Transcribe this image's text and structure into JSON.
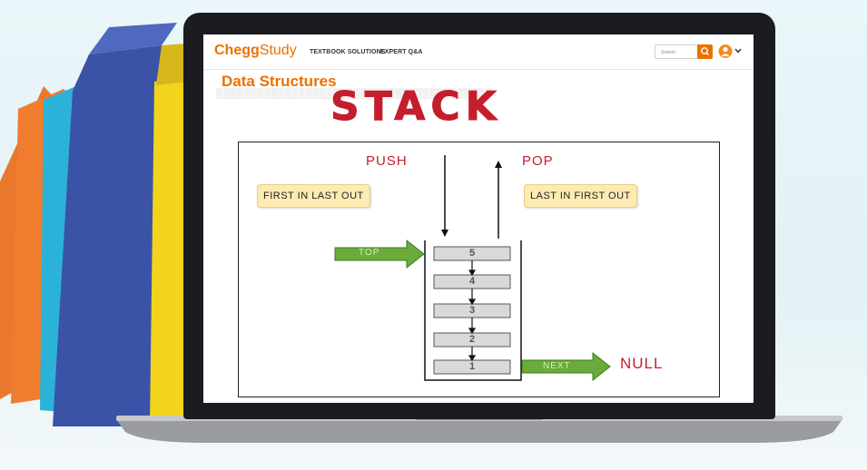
{
  "app": {
    "logo_brand": "Chegg",
    "logo_product": "Study",
    "nav": [
      "TEXTBOOK SOLUTIONS",
      "EXPERT Q&A"
    ],
    "search_placeholder": "Search"
  },
  "page": {
    "title": "Data Structures"
  },
  "diagram": {
    "heading": "STACK",
    "push_label": "PUSH",
    "pop_label": "POP",
    "left_note": "FIRST IN LAST OUT",
    "right_note": "LAST IN FIRST OUT",
    "top_label": "TOP",
    "next_label": "NEXT",
    "null_label": "NULL",
    "stack_items": [
      "5",
      "4",
      "3",
      "2",
      "1"
    ]
  },
  "colors": {
    "accent": "#eb7100",
    "stack_red": "#c41e2c",
    "arrow_green": "#6aab3a",
    "note_fill": "#fdebb3"
  },
  "icons": [
    "search-icon",
    "avatar-icon",
    "chevron-down-icon"
  ]
}
